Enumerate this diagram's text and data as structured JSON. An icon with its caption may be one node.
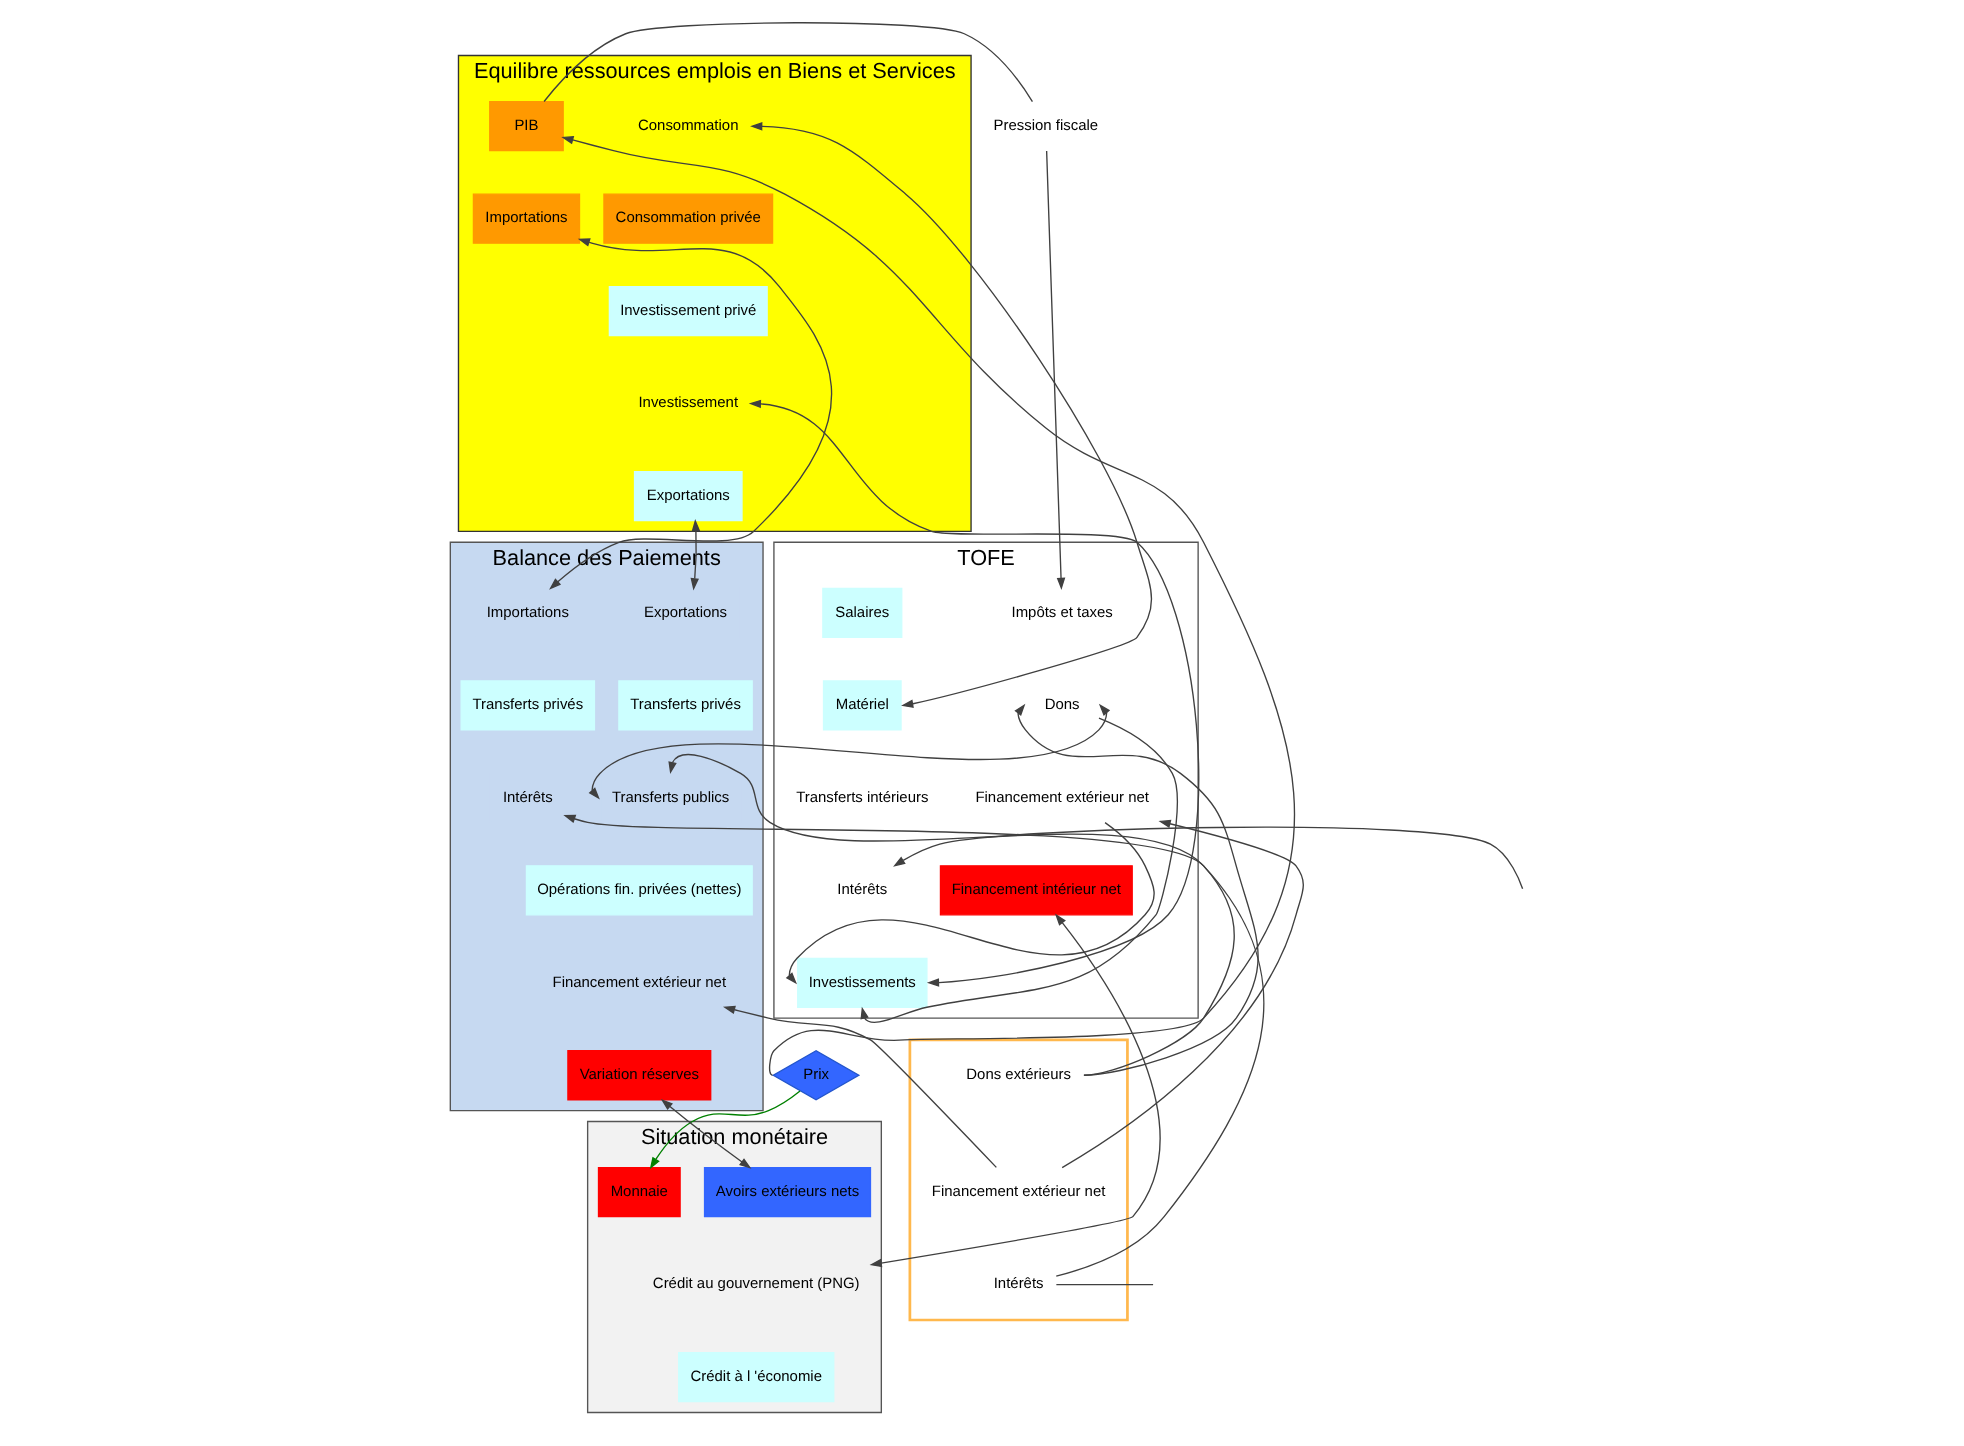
{
  "diagram": {
    "nodes": [
      {
        "text": [
          "Equilibre ressources emplois en Biens et Services"
        ]
      },
      {
        "text": [
          "PIB"
        ],
        "in": 0
      },
      {
        "text": [
          "Importations"
        ],
        "in": 0
      },
      {
        "text": [
          "Consommation"
        ],
        "in": 0
      },
      {
        "text": [
          "Consommation privée"
        ],
        "in": 0
      },
      {
        "text": [
          "Investissement privé"
        ],
        "in": 0
      },
      {
        "text": [
          "Investissement"
        ],
        "in": 0
      },
      {
        "text": [
          "Exportations"
        ],
        "in": 0
      },
      {
        "text": [
          "Balance des Paiements"
        ]
      },
      {
        "text": [
          "Exportations"
        ],
        "in": 8
      },
      {
        "text": [
          "Transferts privés"
        ],
        "in": 8
      },
      {
        "text": [
          "Transferts publics"
        ],
        "in": 8
      },
      {
        "text": [
          "Opérations fin. privées (nettes)"
        ],
        "in": 8
      },
      {
        "text": [
          "Financement extérieur net"
        ],
        "in": 8
      },
      {
        "text": [
          "Variation réserves"
        ],
        "in": 8
      },
      {
        "text": [
          "Importations"
        ],
        "in": 8
      },
      {
        "text": [
          "Transferts privés"
        ],
        "in": 8
      },
      {
        "text": [
          "Intérêts"
        ],
        "in": 8
      },
      {
        "text": [
          "Pression fiscale"
        ]
      },
      {
        "text": [
          "TOFE"
        ]
      },
      {
        "text": [
          "Impôts et taxes"
        ],
        "in": 19
      },
      {
        "text": [
          "Dons"
        ],
        "in": 19
      },
      {
        "text": [
          "Financement extérieur net"
        ],
        "in": 19
      },
      {
        "text": [
          "Financement intérieur net"
        ],
        "in": 19
      },
      {
        "text": [
          "Salaires"
        ],
        "in": 19
      },
      {
        "text": [
          "Matériel"
        ],
        "in": 19
      },
      {
        "text": [
          "Transferts intérieurs"
        ],
        "in": 19
      },
      {
        "text": [
          "Intérêts"
        ],
        "in": 19
      },
      {
        "text": [
          "Investissements"
        ],
        "in": 19
      },
      {
        "text": [
          "Prix"
        ]
      },
      {
        "text": [
          "Situation monétaire"
        ]
      },
      {
        "text": [
          "Monnaie"
        ],
        "in": 30
      },
      {
        "text": [
          "Avoirs extérieurs nets"
        ],
        "in": 30
      },
      {
        "text": [
          "Crédit au gouvernement (PNG)"
        ],
        "in": 30
      },
      {
        "text": [
          "Crédit à l 'économie"
        ],
        "in": 30
      },
      {
        "text": [],
        "shape": "box"
      },
      {
        "text": [
          "Dons extérieurs"
        ],
        "in": 35
      },
      {
        "text": [
          "Financement extérieur net"
        ],
        "in": 35
      },
      {
        "text": [
          "Intérêts"
        ],
        "in": 35
      }
    ],
    "edges": [
      {
        "from": 29,
        "to": 1,
        "arrow": "to"
      },
      {
        "from": 29,
        "to": 31,
        "arrow": "to",
        "color": "#008000"
      },
      {
        "from": 1,
        "to": 18,
        "arrow": "none"
      },
      {
        "from": 18,
        "to": 20,
        "arrow": "to"
      },
      {
        "from": 2,
        "to": 15,
        "arrow": "both"
      },
      {
        "from": 7,
        "to": 9,
        "arrow": "both"
      },
      {
        "from": 25,
        "to": 3,
        "arrow": "both"
      },
      {
        "from": 28,
        "to": 6,
        "arrow": "both"
      },
      {
        "from": 21,
        "to": 11,
        "arrow": "both"
      },
      {
        "from": 36,
        "to": 11,
        "arrow": "to"
      },
      {
        "from": 36,
        "to": 21,
        "arrow": "to"
      },
      {
        "from": 21,
        "to": 28,
        "arrow": "to"
      },
      {
        "from": 22,
        "to": 28,
        "arrow": "to"
      },
      {
        "from": 37,
        "to": 22,
        "arrow": "to"
      },
      {
        "from": 37,
        "to": 13,
        "arrow": "to"
      },
      {
        "from": 38,
        "to": 17,
        "arrow": "to"
      },
      {
        "from": 38,
        "to": null,
        "arrow": "none"
      },
      {
        "from": null,
        "to": 27,
        "arrow": "to"
      },
      {
        "from": 32,
        "to": 14,
        "arrow": "both"
      },
      {
        "from": 33,
        "to": 23,
        "arrow": "both"
      }
    ]
  }
}
